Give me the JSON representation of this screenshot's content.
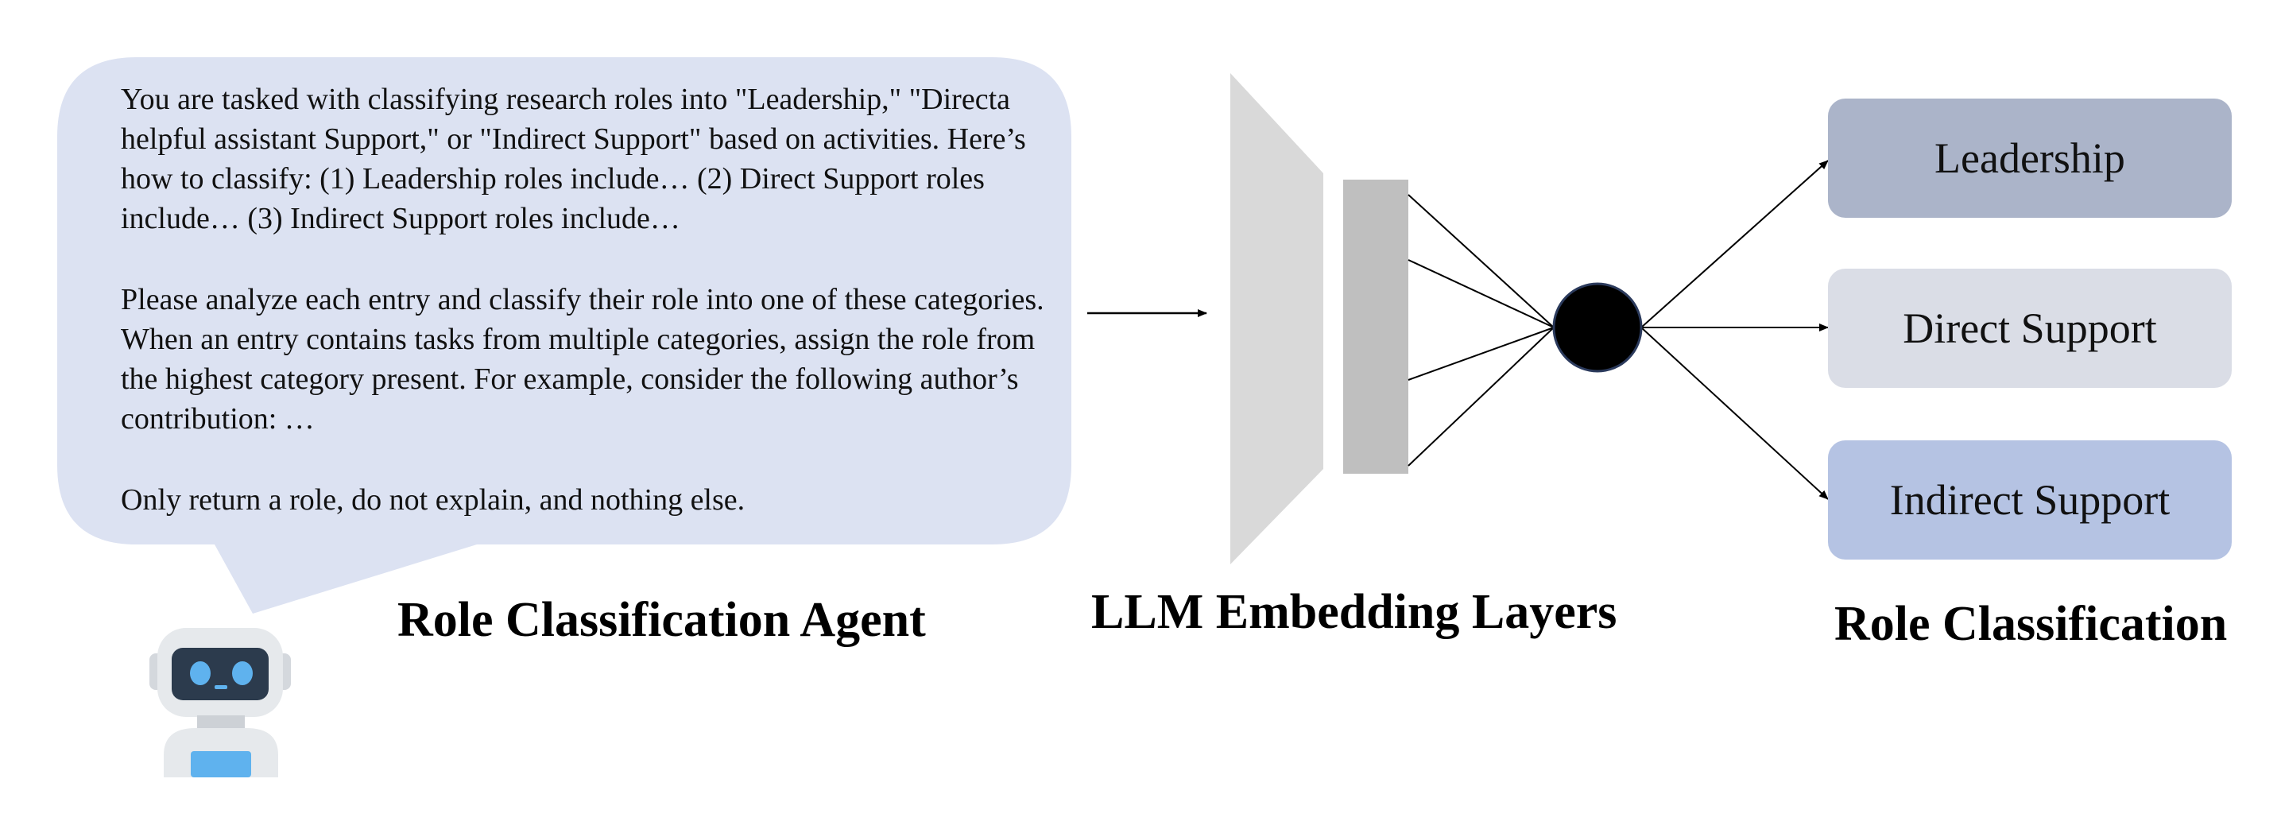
{
  "agent": {
    "caption": "Role Classification Agent",
    "prompt_paragraphs": [
      "You are tasked with classifying research roles into \"Leadership,\" \"Directa helpful assistant  Support,\" or \"Indirect Support\" based on activities. Here’s how to classify: (1) Leadership roles include… (2) Direct Support roles include… (3) Indirect Support roles include…",
      "Please analyze each entry and classify their role into one of these categories. When an entry contains tasks from multiple categories, assign the role from the highest category present. For example, consider the following author’s contribution: …",
      "Only return a role, do not explain, and nothing else."
    ],
    "bubble_color": "#dce2f2",
    "robot_icon": "robot-icon"
  },
  "llm": {
    "caption": "LLM Embedding Layers",
    "trapezoid_color": "#d9d9d9",
    "layer_color": "#bfbfbf",
    "node_color": "#000000"
  },
  "classification": {
    "caption": "Role Classification",
    "classes": [
      {
        "label": "Leadership",
        "color": "#abb4c9"
      },
      {
        "label": "Direct Support",
        "color": "#dadde6"
      },
      {
        "label": "Indirect Support",
        "color": "#b5c3e3"
      }
    ]
  }
}
